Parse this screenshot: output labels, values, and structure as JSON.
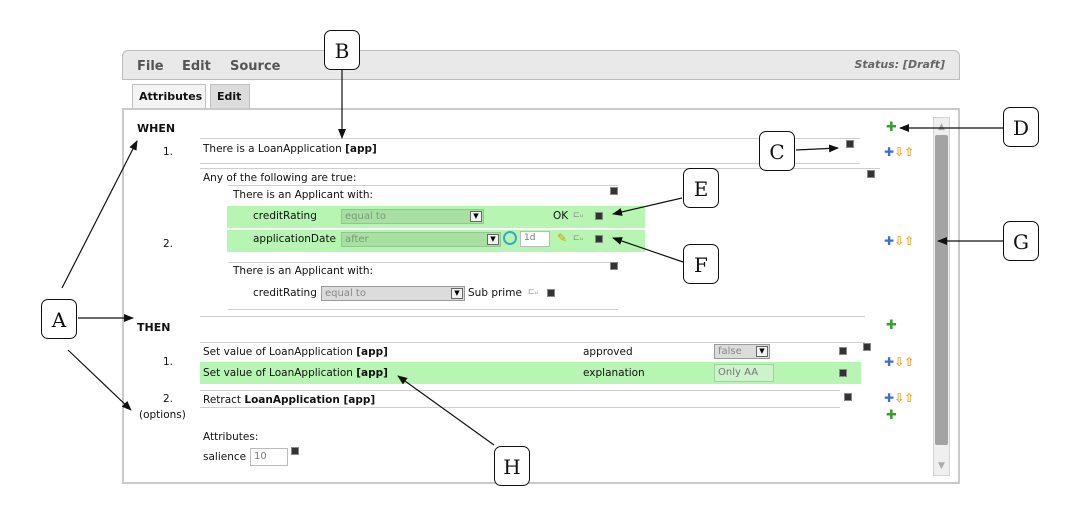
{
  "menubar": {
    "file": "File",
    "edit": "Edit",
    "source": "Source",
    "status": "Status: [Draft]"
  },
  "tabs": {
    "attributes": "Attributes",
    "edit": "Edit"
  },
  "when": {
    "keyword": "WHEN",
    "cond1": {
      "num": "1.",
      "text": "There is a LoanApplication ",
      "binding": "[app]"
    },
    "cond2": {
      "num": "2.",
      "any_text": "Any of the following are true:",
      "applicant1": {
        "header": "There is an Applicant with:",
        "row1": {
          "field": "creditRating",
          "op": "equal to",
          "value": "OK"
        },
        "row2": {
          "field": "applicationDate",
          "op": "after",
          "value": "1d"
        }
      },
      "applicant2": {
        "header": "There is an Applicant with:",
        "row1": {
          "field": "creditRating",
          "op": "equal to",
          "value": "Sub prime"
        }
      }
    }
  },
  "then": {
    "keyword": "THEN",
    "action1": {
      "num": "1.",
      "text": "Set value of LoanApplication ",
      "binding": "[app]",
      "field": "approved",
      "value": "false"
    },
    "action1b": {
      "text": "Set value of LoanApplication ",
      "binding": "[app]",
      "field": "explanation",
      "value": "Only AA"
    },
    "action2": {
      "num": "2.",
      "options": "(options)",
      "text": "Retract ",
      "target": "LoanApplication [app]"
    }
  },
  "attributes": {
    "label": "Attributes:",
    "salience_label": "salience",
    "salience_value": "10"
  },
  "icons": {
    "add": "plus-icon",
    "insert": "insert-icon",
    "move_down": "arrow-down-icon",
    "move_up": "arrow-up-icon",
    "remove": "remove-icon",
    "calendar": "calendar-icon",
    "edit": "pencil-icon",
    "tree": "tree-icon"
  },
  "colors": {
    "highlight": "#b7f5b2",
    "scroll_thumb": "#a3a3a3",
    "add_green": "#3a9e2f",
    "arrow_orange": "#e7a11a"
  },
  "callouts": {
    "A": "A",
    "B": "B",
    "C": "C",
    "D": "D",
    "E": "E",
    "F": "F",
    "G": "G",
    "H": "H"
  }
}
